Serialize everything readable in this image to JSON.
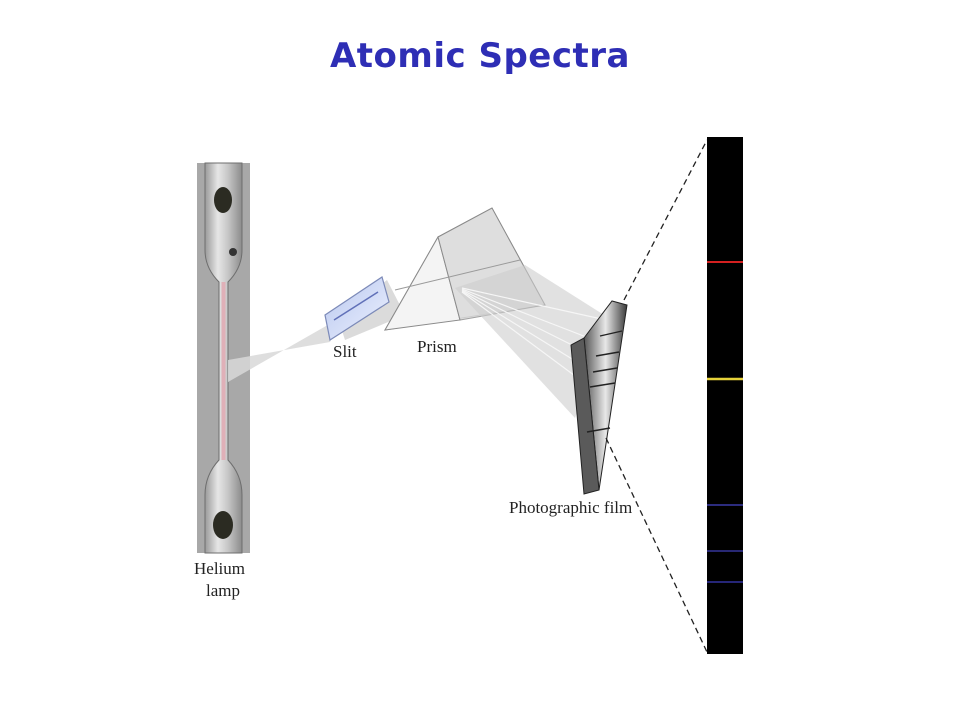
{
  "slide": {
    "title": "Atomic Spectra"
  },
  "labels": {
    "lamp_line1": "Helium",
    "lamp_line2": "lamp",
    "slit": "Slit",
    "prism": "Prism",
    "film": "Photographic film"
  },
  "spectrum": {
    "background": "#000000",
    "lines": [
      {
        "color": "#d42020"
      },
      {
        "color": "#e6d23a"
      },
      {
        "color": "#3a3aa8"
      },
      {
        "color": "#35359a"
      },
      {
        "color": "#3232a0"
      }
    ]
  },
  "colors": {
    "title": "#2e2eb5",
    "beam": "#cfcfcf"
  }
}
